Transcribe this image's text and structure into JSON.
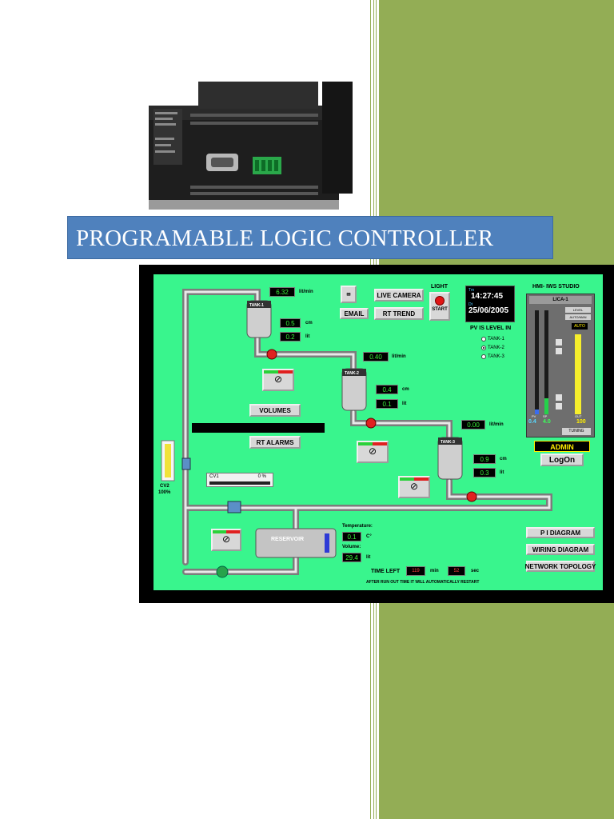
{
  "document": {
    "title": "PROGRAMABLE LOGIC CONTROLLER"
  },
  "hmi": {
    "flow_rates": [
      {
        "value": "6.32",
        "unit": "lit/min"
      },
      {
        "value": "0.40",
        "unit": "lit/min"
      },
      {
        "value": "0.00",
        "unit": "lit/min"
      }
    ],
    "tanks": [
      {
        "name": "TANK-1",
        "level": "0.5",
        "level_unit": "cm",
        "volume": "0.2",
        "volume_unit": "lit"
      },
      {
        "name": "TANK-2",
        "level": "0.4",
        "level_unit": "cm",
        "volume": "0.1",
        "volume_unit": "lit"
      },
      {
        "name": "TANK-3",
        "level": "0.9",
        "level_unit": "cm",
        "volume": "0.3",
        "volume_unit": "lit"
      }
    ],
    "buttons": {
      "live_camera": "LIVE CAMERA",
      "rt_trend": "RT TREND",
      "email": "EMAIL",
      "start": "START",
      "volumes": "VOLUMES",
      "rt_alarms": "RT ALARMS",
      "logon": "LogOn",
      "pi_diagram": "P I  DIAGRAM",
      "wiring_diagram": "WIRING  DIAGRAM",
      "network_topology": "NETWORK TOPOLOGY"
    },
    "light_label": "LIGHT",
    "clock": {
      "time_label": "Tm",
      "time": "14:27:45",
      "date_label": "Dt",
      "date": "25/06/2005"
    },
    "studio_title": "HMI- IWS STUDIO",
    "lica": {
      "title": "LICA-1",
      "mode1": "LEVEL",
      "mode2": "AUTO/MAN",
      "auto": "AUTO",
      "pv_label": "PV",
      "sp_label": "SP",
      "out_label": "OUT",
      "pv": "0.4",
      "sp": "4.0",
      "out": "100",
      "tuning": "TUNING"
    },
    "pv_selector": {
      "title": "PV IS LEVEL IN",
      "options": [
        "TANK-1",
        "TANK-2",
        "TANK-3"
      ],
      "selected": 1
    },
    "admin": "ADMIN",
    "valve_status": {
      "name": "CV1",
      "value": "0 %"
    },
    "cv2": {
      "name": "CV2",
      "value": "100%"
    },
    "reservoir": {
      "name": "RESERVOIR",
      "temperature_label": "Temperature:",
      "temperature": "0.1",
      "temperature_unit": "C°",
      "volume_label": "Volume:",
      "volume": "29.4",
      "volume_unit": "lit"
    },
    "timer": {
      "label": "TIME LEFT",
      "minutes": "119",
      "min_unit": "min",
      "seconds": "52",
      "sec_unit": "sec"
    },
    "footer_note": "AFTER RUN OUT TIME IT WILL AUTOMATICALLY RESTART",
    "colors": {
      "background": "#39f58d",
      "display_text": "#38f038",
      "valve_red": "#e02020"
    }
  }
}
